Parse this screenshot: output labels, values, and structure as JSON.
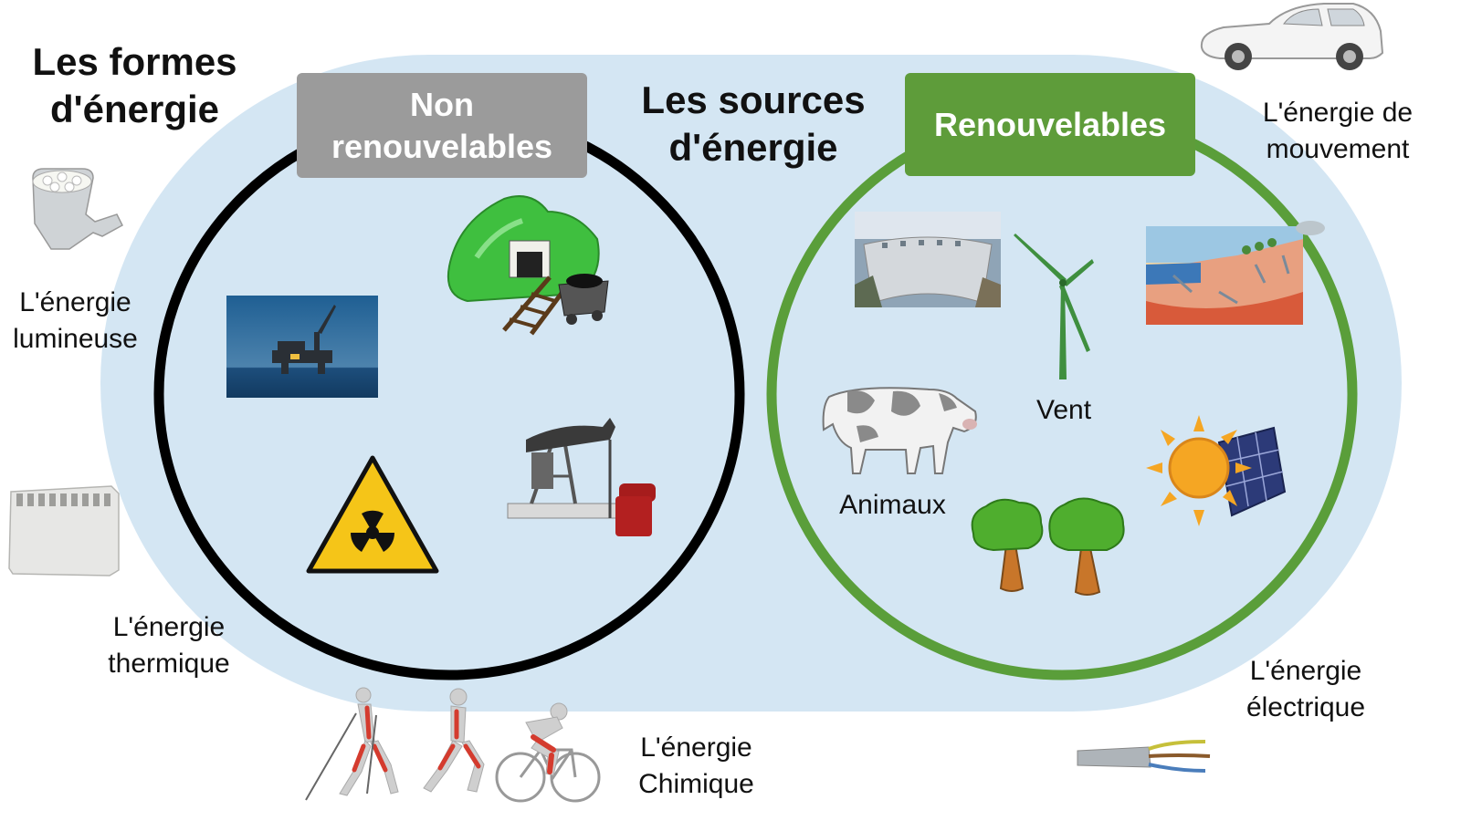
{
  "title": {
    "line1": "Les formes",
    "line2": "d'énergie"
  },
  "center_title": {
    "line1": "Les sources",
    "line2": "d'énergie"
  },
  "non_renewable": {
    "line1": "Non",
    "line2": "renouvelables"
  },
  "renewable": {
    "label": "Renouvelables"
  },
  "energy_forms": {
    "light": {
      "line1": "L'énergie",
      "line2": "lumineuse"
    },
    "thermal": {
      "line1": "L'énergie",
      "line2": "thermique"
    },
    "chemical": {
      "line1": "L'énergie",
      "line2": "Chimique"
    },
    "electric": {
      "line1": "L'énergie",
      "line2": "électrique"
    },
    "motion": {
      "line1": "L'énergie de",
      "line2": "mouvement"
    }
  },
  "renewable_sources": {
    "wind": "Vent",
    "animals": "Animaux"
  },
  "colors": {
    "background_zone": "#d4e6f3",
    "non_renewable_tag": "#9b9b9b",
    "renewable_tag": "#5e9c3a",
    "renewable_ring": "#5a9e3a",
    "non_renewable_ring": "#000000"
  },
  "icons": {
    "light": "led-bulb-icon",
    "thermal": "radiator-icon",
    "chemical": "human-motion-icon",
    "electric": "cable-icon",
    "motion": "car-icon",
    "non_renewable": [
      "coal-mine-icon",
      "oil-platform-icon",
      "oil-pump-icon",
      "radioactive-icon"
    ],
    "renewable": [
      "dam-icon",
      "wind-turbine-icon",
      "geothermal-icon",
      "cow-icon",
      "trees-icon",
      "solar-icon"
    ]
  }
}
